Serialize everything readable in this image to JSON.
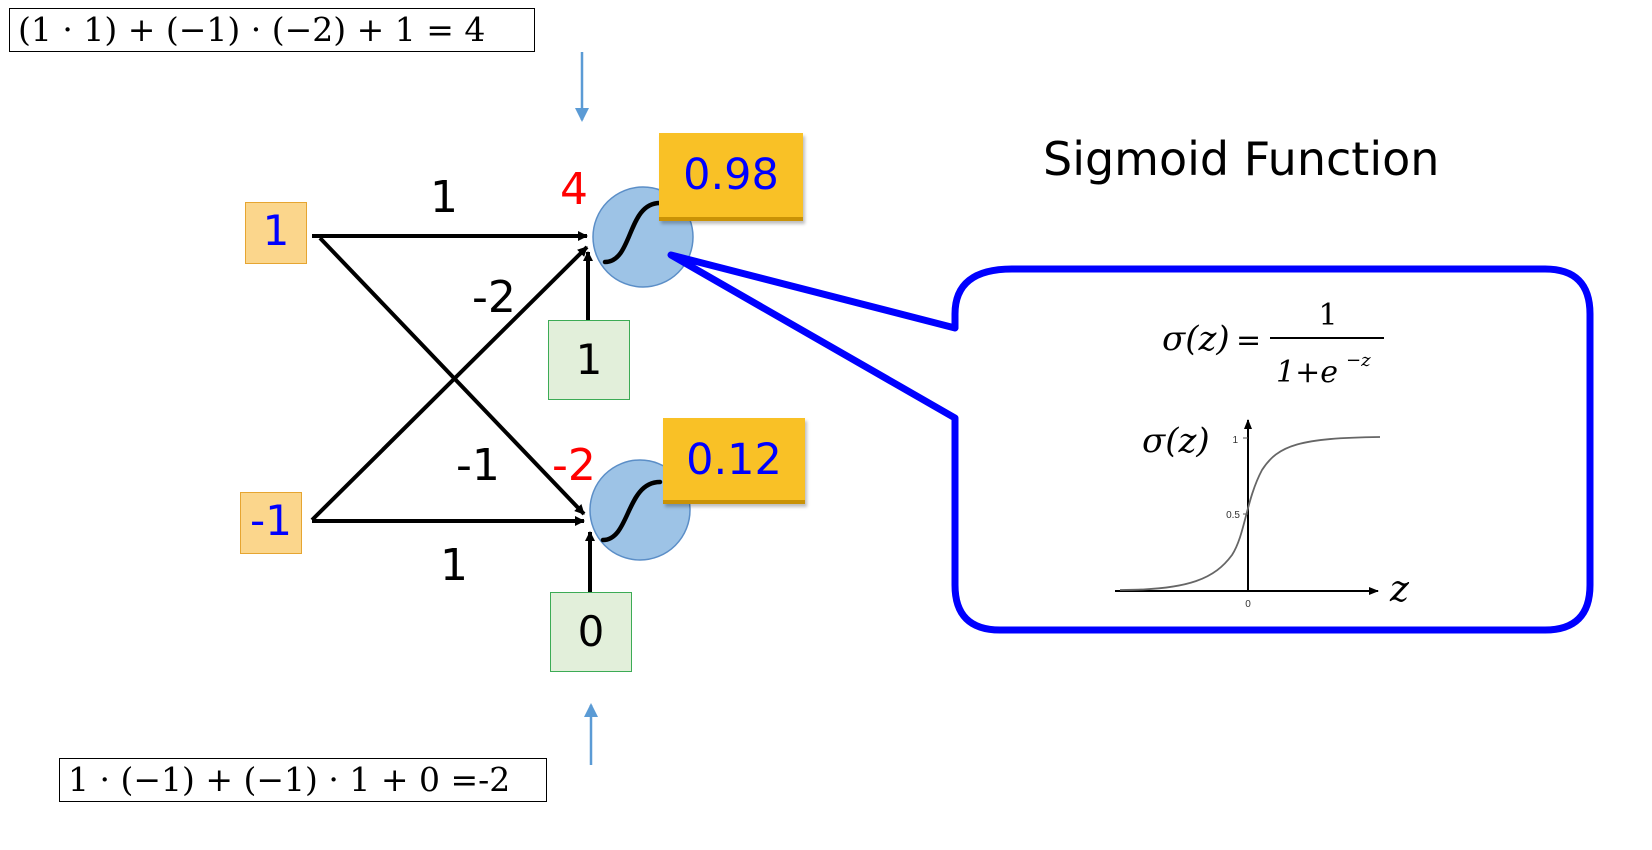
{
  "equations": {
    "top": "(1 · 1) + (−1) · (−2) + 1 = 4",
    "bottom": "1 ·  (−1) + (−1) · 1 + 0 =-2"
  },
  "inputs": [
    "1",
    "-1"
  ],
  "biases": [
    "1",
    "0"
  ],
  "weights": {
    "in1_to_n1": "1",
    "in2_to_n1": "-2",
    "in1_to_n2": "-1",
    "in2_to_n2": "1"
  },
  "pre_activations": [
    "4",
    "-2"
  ],
  "outputs": [
    "0.98",
    "0.12"
  ],
  "callout": {
    "title": "Sigmoid Function",
    "formula_lhs": "σ(z)",
    "formula_num": "1",
    "formula_den_base": "1+e",
    "formula_den_exp": "−z",
    "plot_ylabel": "σ(z)",
    "plot_xlabel": "z",
    "tick_y_top": "1",
    "tick_y_mid": "0.5",
    "tick_x_zero": "0"
  },
  "colors": {
    "arrow_blue": "#5b9bd5",
    "callout_blue": "#0000ff",
    "neuron_fill": "#9dc3e6",
    "weight_red": "#ff0000"
  }
}
